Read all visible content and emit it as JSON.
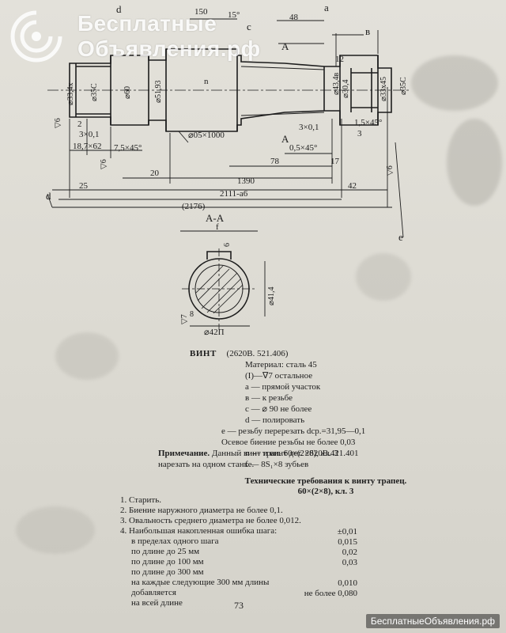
{
  "watermark": {
    "line1": "Бесплатные",
    "line2": "Объявления.рф",
    "footer": "БесплатныеОбъявления.рф"
  },
  "drawing": {
    "labels": {
      "d_top": "d",
      "a_top": "a",
      "c_top": "c",
      "b_top": "в",
      "a_section_top": "A",
      "a_section_bottom": "A",
      "e_right": "e",
      "d_left": "d",
      "d150": "150",
      "d15deg": "15°",
      "d48": "48",
      "d12": "12",
      "d33_4x": "⌀33,4x",
      "d35c": "⌀35С",
      "d60": "⌀60",
      "d51_93": "⌀51,93",
      "n": "n",
      "d43_4b": "⌀43,4в",
      "d30_4": "⌀30,4",
      "d33x45": "⌀33x45",
      "d35c2": "⌀35С",
      "d2": "2",
      "d3x01": "3×0,1",
      "d187": "18,7×62",
      "d75": "7,5×45°",
      "d905": "⌀05×1000",
      "d3x01b": "3×0,1",
      "d15x45": "1,5×45°",
      "d3": "3",
      "d05x45": "0,5×45°",
      "d20": "20",
      "d78": "78",
      "d17": "17",
      "d1390": "1390",
      "d25": "25",
      "d42": "42",
      "d2111": "2111-а6",
      "d2176": "(2176)",
      "section": "А-А",
      "f": "f",
      "d6": "6",
      "d42p": "⌀42П",
      "d41x4": "⌀41,4",
      "d8": "8",
      "nabla6": "▽6",
      "nabla7": "▽7"
    }
  },
  "caption": {
    "title": "ВИНТ",
    "code": "(2620В. 521.406)",
    "lines": [
      "Материал: сталь 45",
      "(I)—∇7 остальное",
      "a — прямой участок",
      "в — к резьбе",
      "c — ⌀ 90 не более",
      "d — полировать",
      "e — резьбу перерезать dср.=31,95—0,1",
      "Осевое биение резьбы не более 0,03",
      "n — трап. 60×(2×8), кл. 3",
      "f — 8S₁×8 зубьев"
    ]
  },
  "note": {
    "label": "Примечание.",
    "text": "Данный винт и винт дет. 2620В.421.401",
    "text2": "нарезать на одном станке."
  },
  "tech": {
    "title1": "Технические требования к винту трапец.",
    "title2": "60×(2×8), кл. 3"
  },
  "requirements": [
    "1. Старить.",
    "2. Биение наружного диаметра не более 0,1.",
    "3. Овальность среднего диаметра не более 0,012.",
    "4. Наибольшая накопленная ошибка шага:",
    "в пределах одного шага",
    "по длине до 25 мм",
    "по длине до 100 мм",
    "по длине до 300 мм",
    "на каждые следующие 300 мм длины",
    "добавляется",
    "на всей длине"
  ],
  "values": [
    "±0,01",
    "0,015",
    "0,02",
    "0,03",
    "",
    "0,010",
    "не более 0,080"
  ],
  "page_number": "73"
}
